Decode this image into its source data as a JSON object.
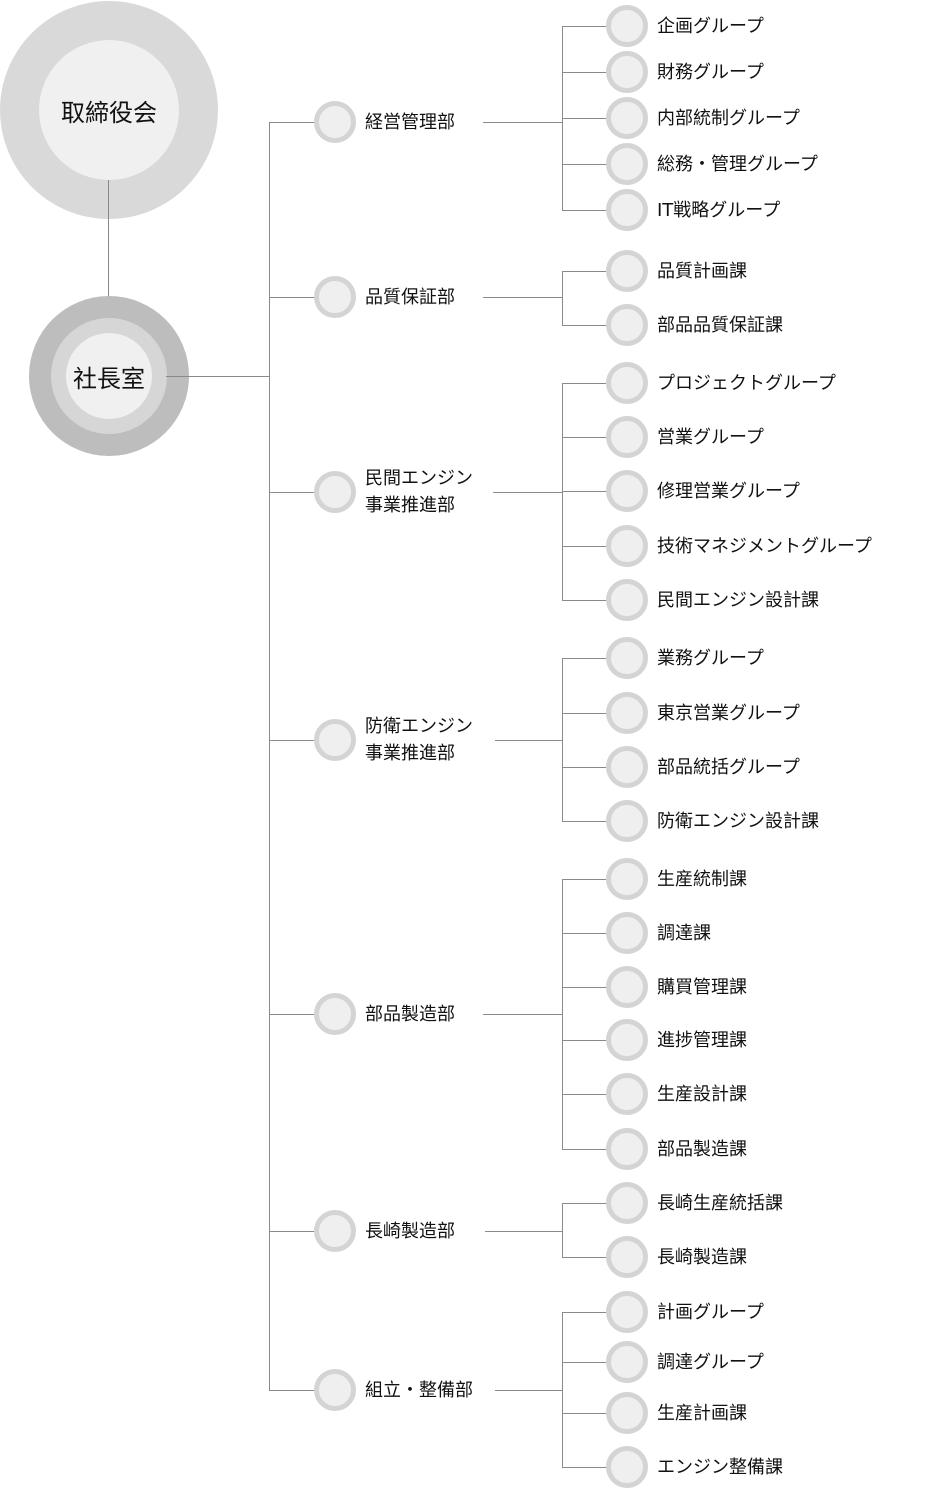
{
  "colors": {
    "board_outer": "#d9d9d9",
    "board_inner": "#f0f0f0",
    "president_outer": "#bdbdbd",
    "president_mid": "#d6d6d6",
    "president_inner": "#f0f0f0",
    "node_ring": "#d4d4d4",
    "node_fill": "#efefef",
    "line": "#8a8a8a"
  },
  "board": {
    "label": "取締役会"
  },
  "president": {
    "label": "社長室"
  },
  "departments": [
    {
      "label": "経営管理部",
      "children": [
        "企画グループ",
        "財務グループ",
        "内部統制グループ",
        "総務・管理グループ",
        "IT戦略グループ"
      ]
    },
    {
      "label": "品質保証部",
      "children": [
        "品質計画課",
        "部品品質保証課"
      ]
    },
    {
      "label": "民間エンジン\n事業推進部",
      "children": [
        "プロジェクトグループ",
        "営業グループ",
        "修理営業グループ",
        "技術マネジメントグループ",
        "民間エンジン設計課"
      ]
    },
    {
      "label": "防衛エンジン\n事業推進部",
      "children": [
        "業務グループ",
        "東京営業グループ",
        "部品統括グループ",
        "防衛エンジン設計課"
      ]
    },
    {
      "label": "部品製造部",
      "children": [
        "生産統制課",
        "調達課",
        "購買管理課",
        "進捗管理課",
        "生産設計課",
        "部品製造課"
      ]
    },
    {
      "label": "長崎製造部",
      "children": [
        "長崎生産統括課",
        "長崎製造課"
      ]
    },
    {
      "label": "組立・整備部",
      "children": [
        "計画グループ",
        "調達グループ",
        "生産計画課",
        "エンジン整備課"
      ]
    }
  ]
}
